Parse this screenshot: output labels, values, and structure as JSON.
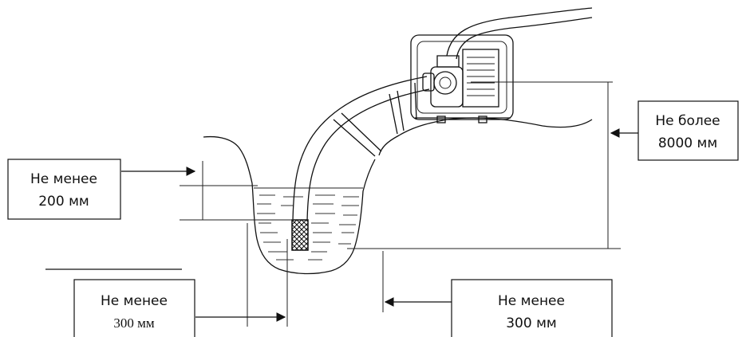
{
  "labels": {
    "depth_min": {
      "line1": "Не менее",
      "line2": "200 мм"
    },
    "height_max": {
      "line1": "Не более",
      "line2": "8000 мм"
    },
    "bottom_clearance": {
      "line1": "Не менее",
      "line2": "300 мм"
    },
    "wall_clearance": {
      "line1": "Не менее",
      "line2": "300 мм"
    }
  },
  "colors": {
    "ink": "#111111",
    "background": "#ffffff"
  }
}
